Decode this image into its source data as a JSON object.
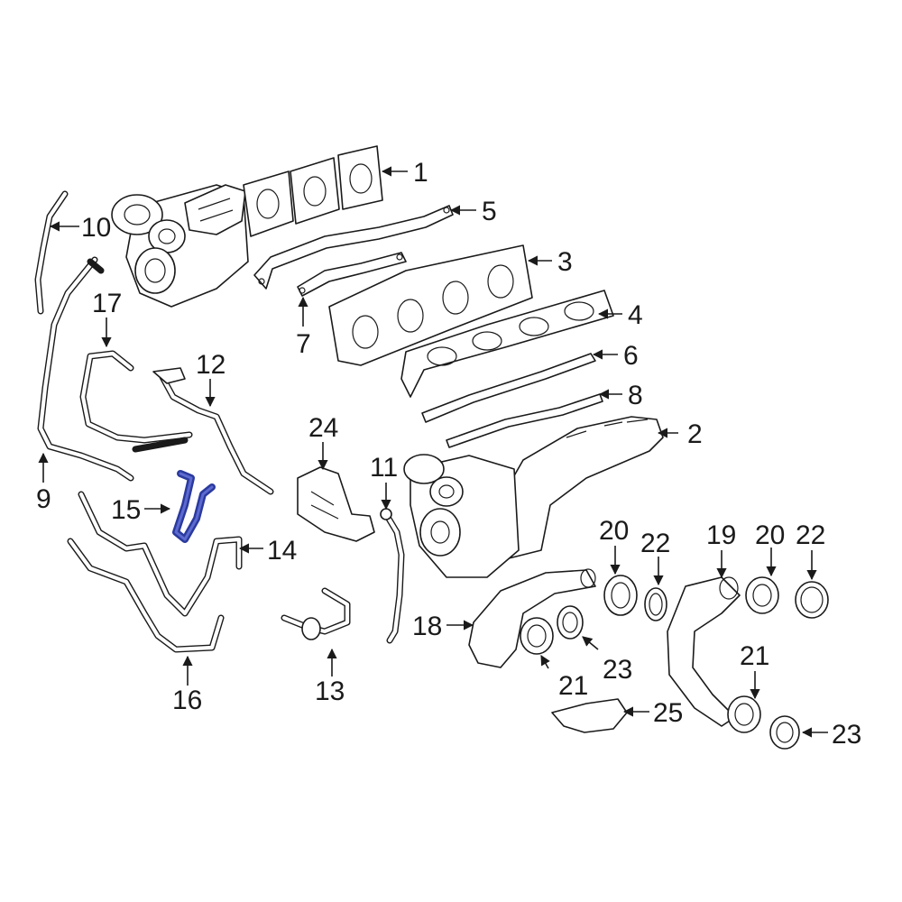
{
  "colors": {
    "line": "#1a1a1a",
    "highlight": "#2b3a9e",
    "background": "#ffffff"
  },
  "callouts": {
    "c1": "1",
    "c2": "2",
    "c3": "3",
    "c4": "4",
    "c5": "5",
    "c6": "6",
    "c7": "7",
    "c8": "8",
    "c9": "9",
    "c10": "10",
    "c11": "11",
    "c12": "12",
    "c13": "13",
    "c14": "14",
    "c15": "15",
    "c16": "16",
    "c17": "17",
    "c18": "18",
    "c19": "19",
    "c20a": "20",
    "c20b": "20",
    "c21a": "21",
    "c21b": "21",
    "c22a": "22",
    "c22b": "22",
    "c23a": "23",
    "c23b": "23",
    "c24": "24",
    "c25": "25"
  }
}
